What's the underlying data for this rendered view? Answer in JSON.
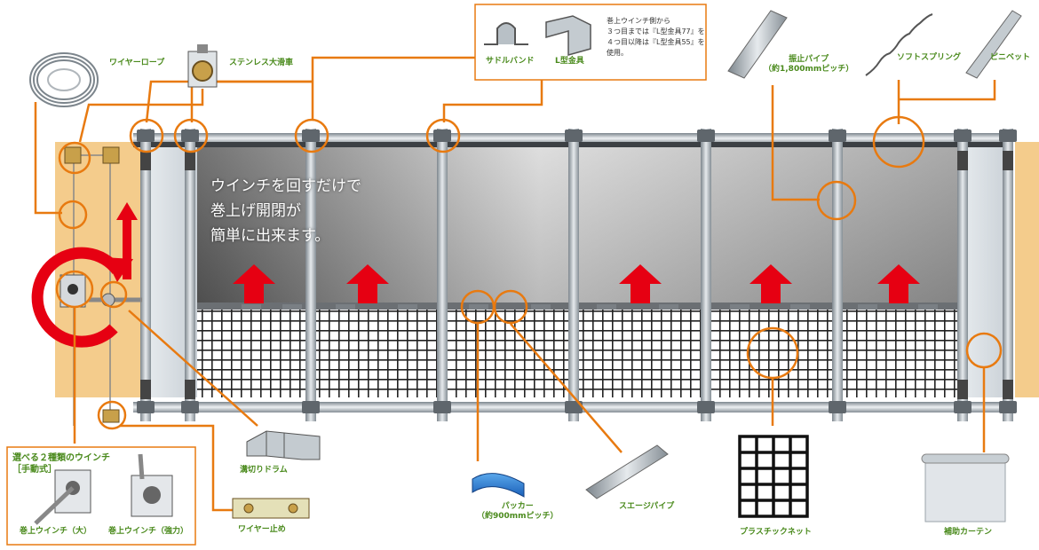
{
  "colors": {
    "accent": "#e87a10",
    "label": "#4a8a1c",
    "arrow": "#e60012",
    "wall": "#f4cc8c",
    "frame": "#9aa3aa"
  },
  "catchphrase": "ウインチを回すだけで\n巻上げ開閉が\n簡単に出来ます。",
  "labels": {
    "wire_rope": "ワイヤーロープ",
    "pulley": "ステンレス大滑車",
    "saddle_band": "サドルバンド",
    "l_bracket": "L型金具",
    "bracket_note": "巻上ウインチ側から\n３つ目までは『L型金具77』を\n４つ目以降は『L型金具55』を\n使用。",
    "anti_sway_pipe": "振止パイプ\n（約1,800mmピッチ）",
    "soft_spring": "ソフトスプリング",
    "pin_rivet": "ピニベット",
    "groove_drum": "溝切りドラム",
    "wire_stopper": "ワイヤー止め",
    "packer": "パッカー\n（約900mmピッチ）",
    "swage_pipe": "スエージパイプ",
    "plastic_net": "プラスチックネット",
    "aux_curtain": "補助カーテン"
  },
  "winch_box": {
    "title": "選べる２種類のウインチ\n［手動式］",
    "winch_large": "巻上ウインチ（大）",
    "winch_strong": "巻上ウインチ（強力）"
  }
}
